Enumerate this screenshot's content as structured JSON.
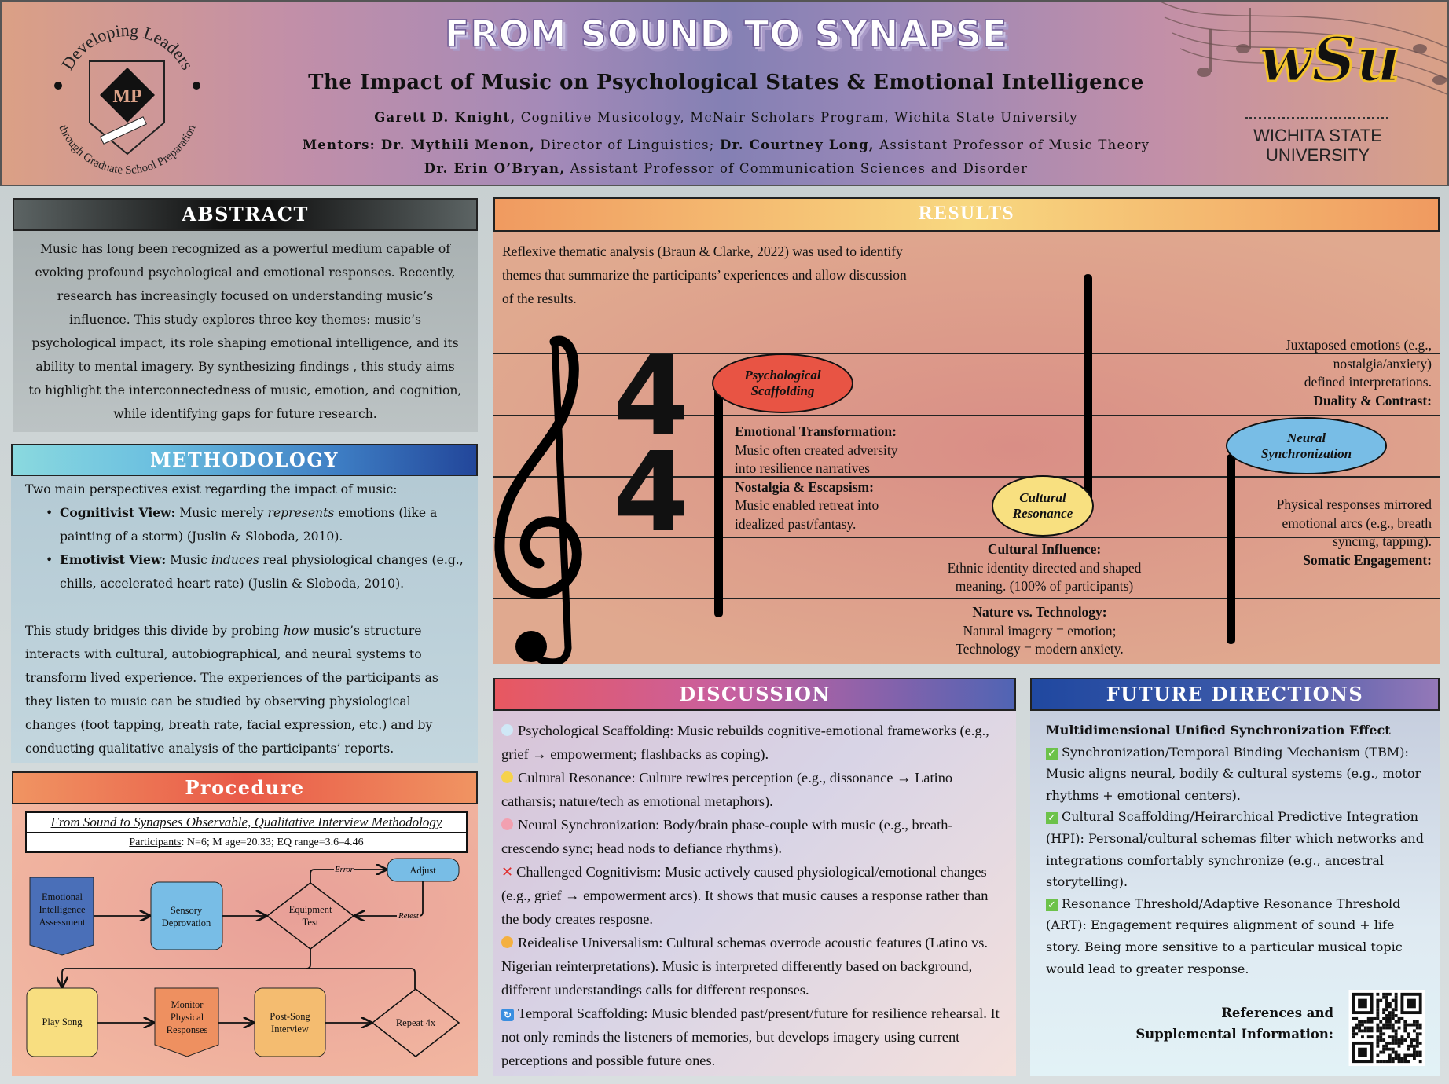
{
  "header": {
    "title": "FROM SOUND TO SYNAPSE",
    "subtitle": "The Impact of Music on Psychological States & Emotional Intelligence",
    "author_name": "Garett D. Knight,",
    "author_rest": " Cognitive Musicology, McNair Scholars Program, Wichita State University",
    "mentors_label": "Mentors: ",
    "mentor1_name": "Dr. Mythili Menon,",
    "mentor1_rest": " Director of Linguistics; ",
    "mentor2_name": "Dr. Courtney Long,",
    "mentor2_rest": " Assistant Professor of Music Theory",
    "mentor3_name": "Dr. Erin O’Bryan,",
    "mentor3_rest": " Assistant Professor of Communication Sciences and Disorder",
    "left_logo": {
      "top_text": "Developing Leaders",
      "bottom_text": "through Graduate School Preparation",
      "monogram": "MP"
    },
    "right_logo": {
      "mark": "wSu",
      "line1": "WICHITA STATE",
      "line2": "UNIVERSITY"
    }
  },
  "abstract": {
    "heading": "ABSTRACT",
    "text": "Music has long been recognized as a powerful medium capable of evoking profound psychological and emotional responses. Recently, research has increasingly focused on understanding music’s influence. This study explores three key themes: music’s psychological impact, its role shaping emotional intelligence, and its ability to mental imagery. By synthesizing findings , this study aims to highlight the interconnectedness of music, emotion, and cognition, while identifying gaps for future research."
  },
  "methodology": {
    "heading": "METHODOLOGY",
    "intro": "Two main perspectives exist regarding the impact of music:",
    "bullets": [
      {
        "label": "Cognitivist View:",
        "pre": " Music merely ",
        "em": "represents",
        "post": " emotions (like a painting of a storm) (Juslin & Sloboda, 2010)."
      },
      {
        "label": "Emotivist View:",
        "pre": " Music ",
        "em": "induces",
        "post": " real physiological changes (e.g., chills, accelerated heart rate) (Juslin & Sloboda, 2010)."
      }
    ],
    "para_pre": "This study bridges this divide by probing ",
    "para_em": "how",
    "para_post": " music’s structure interacts with cultural, autobiographical, and neural systems to transform lived experience. The experiences of the participants as they listen to music can be studied by observing physiological changes (foot tapping, breath rate, facial expression, etc.) and by conducting qualitative analysis of the participants’ reports."
  },
  "procedure": {
    "heading": "Procedure",
    "table_title": "From Sound to Synapses Observable, Qualitative Interview Methodology",
    "participants_label": "Participants",
    "participants_value": ": N=6; M age=20.33; EQ range=3.6–4.46",
    "nodes": {
      "ei": [
        "Emotional",
        "Intelligence",
        "Assessment"
      ],
      "sensory": [
        "Sensory",
        "Deprovation"
      ],
      "equipment": [
        "Equipment",
        "Test"
      ],
      "adjust": "Adjust",
      "play": "Play Song",
      "monitor": [
        "Monitor",
        "Physical",
        "Responses"
      ],
      "post": [
        "Post-Song",
        "Interview"
      ],
      "repeat": "Repeat 4x"
    },
    "edge_labels": {
      "error": "Error",
      "retest": "Retest"
    },
    "colors": {
      "ei": "#4a6fb8",
      "sensory": "#78bde6",
      "adjust": "#78bde6",
      "play": "#f8de80",
      "monitor": "#ee9060",
      "post": "#f4bc70"
    }
  },
  "results": {
    "heading": "RESULTS",
    "intro": "Reflexive thematic analysis (Braun & Clarke, 2022) was used to identify themes that summarize the participants’ experiences and allow discussion of the results.",
    "time_signature": [
      "4",
      "4"
    ],
    "notes": [
      {
        "label": [
          "Psychological",
          "Scaffolding"
        ],
        "color": "#e85444"
      },
      {
        "label": [
          "Cultural",
          "Resonance"
        ],
        "color": "#f8e080"
      },
      {
        "label": [
          "Neural",
          "Synchronization"
        ],
        "color": "#78bde6"
      }
    ],
    "emotional_title": "Emotional Transformation:",
    "emotional_text": [
      "Music often created adversity",
      "into resilience narratives"
    ],
    "nostalgia_title": "Nostalgia & Escapsism:",
    "nostalgia_text": [
      "Music enabled retreat into",
      "idealized past/fantasy."
    ],
    "cultural_title": "Cultural Influence:",
    "cultural_text": [
      "Ethnic identity directed and shaped",
      "meaning. (100% of participants)"
    ],
    "nature_title": "Nature vs. Technology:",
    "nature_text": [
      "Natural imagery = emotion;",
      "Technology = modern anxiety."
    ],
    "duality_text": [
      "Juxtaposed emotions (e.g.,",
      "nostalgia/anxiety)",
      "defined interpretations."
    ],
    "duality_title": "Duality & Contrast:",
    "somatic_text": [
      "Physical responses mirrored",
      "emotional arcs (e.g., breath",
      "syncing, tapping)."
    ],
    "somatic_title": "Somatic Engagement:"
  },
  "discussion": {
    "heading": "DISCUSSION",
    "items": [
      {
        "icon": "thought-bubble-icon",
        "color": "#cfe8f6",
        "text": "Psychological Scaffolding: Music rebuilds cognitive-emotional frameworks (e.g., grief → empowerment; flashbacks as coping)."
      },
      {
        "icon": "face-icon",
        "color": "#f6d24a",
        "text": "Cultural Resonance: Culture rewires perception (e.g., dissonance → Latino catharsis; nature/tech as emotional metaphors)."
      },
      {
        "icon": "brain-icon",
        "color": "#f2a0b0",
        "text": "Neural Synchronization: Body/brain phase-couple with music (e.g., breath-crescendo sync; head nods to defiance rhythms)."
      },
      {
        "icon": "cross-mark-icon",
        "color": "#e03030",
        "text": "Challenged Cognitivism: Music actively caused physiological/emotional changes (e.g., grief → empowerment arcs). It shows that music causes a response rather than the body creates resposne."
      },
      {
        "icon": "thinking-face-icon",
        "color": "#f4b040",
        "text": "Reidealise Universalism: Cultural schemas overrode acoustic features (Latino vs. Nigerian reinterpretations). Music is interpreted differently based on background, different understandings calls for different responses."
      },
      {
        "icon": "repeat-arrows-icon",
        "color": "#3a8ee0",
        "text": "Temporal Scaffolding: Music blended past/present/future for resilience rehearsal. It not only reminds the listeners of memories, but develops imagery using current perceptions and possible future ones."
      }
    ]
  },
  "future": {
    "heading": "FUTURE DIRECTIONS",
    "subheading": "Multidimensional Unified Synchronization Effect",
    "items": [
      {
        "icon": "check-icon",
        "text": "Synchronization/Temporal Binding Mechanism (TBM): Music aligns neural, bodily & cultural systems (e.g., motor rhythms + emotional centers)."
      },
      {
        "icon": "check-icon",
        "text": "Cultural Scaffolding/Heirarchical Predictive Integration (HPI): Personal/cultural schemas filter which networks and integrations comfortably synchronize (e.g., ancestral storytelling)."
      },
      {
        "icon": "check-icon",
        "text": "Resonance Threshold/Adaptive Resonance Threshold (ART): Engagement requires alignment of sound + life story. Being more sensitive to a particular musical topic would lead to greater response."
      }
    ],
    "references_label": [
      "References and",
      "Supplemental Information:"
    ]
  }
}
